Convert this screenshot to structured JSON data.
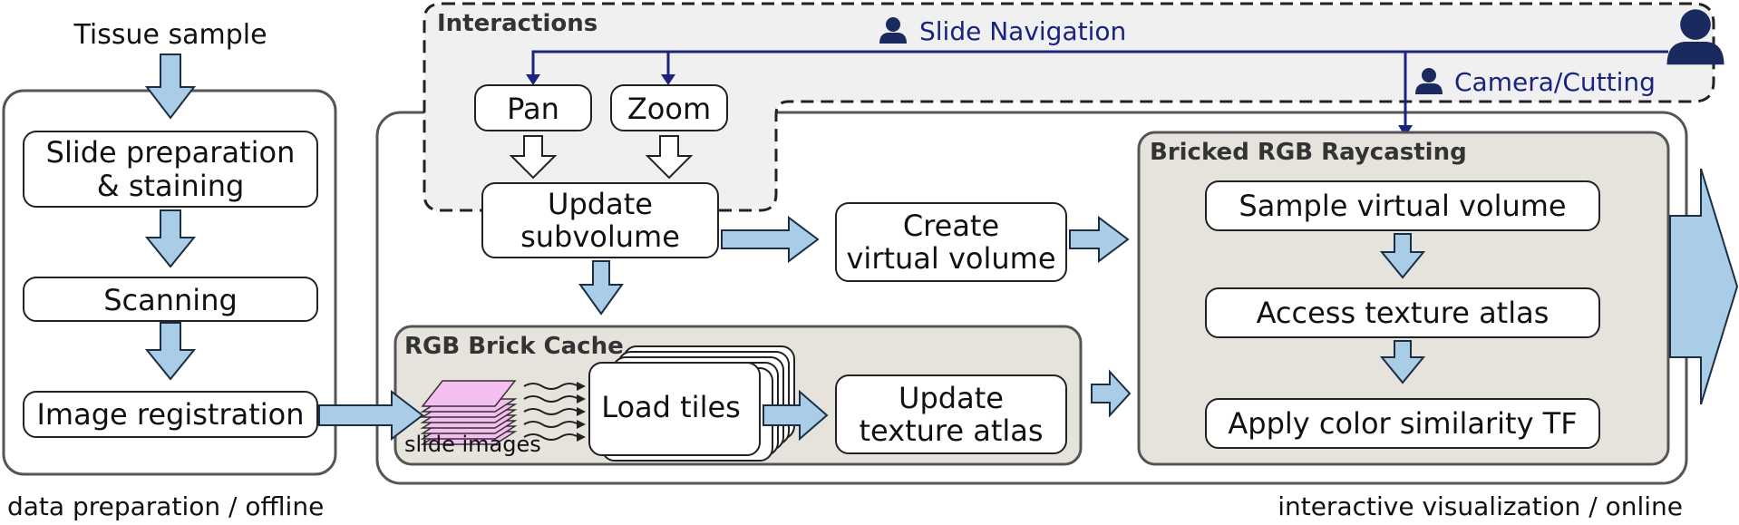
{
  "offline": {
    "input_label": "Tissue sample",
    "steps": [
      "Slide preparation",
      "& staining",
      "Scanning",
      "Image registration"
    ],
    "caption": "data preparation / offline"
  },
  "online": {
    "caption": "interactive visualization / online",
    "interactions": {
      "title": "Interactions",
      "pan": "Pan",
      "zoom": "Zoom",
      "slide_navigation": "Slide Navigation",
      "camera_cutting": "Camera/Cutting"
    },
    "update_subvolume": [
      "Update",
      "subvolume"
    ],
    "create_virtual_volume": [
      "Create",
      "virtual volume"
    ],
    "brick_cache": {
      "title": "RGB Brick Cache",
      "slide_images": "slide images",
      "load_tiles": "Load tiles",
      "update_texture_atlas": [
        "Update",
        "texture atlas"
      ]
    },
    "raycasting": {
      "title": "Bricked RGB Raycasting",
      "steps": [
        "Sample virtual volume",
        "Access texture atlas",
        "Apply color similarity TF"
      ]
    }
  },
  "colors": {
    "arrow_fill": "#a9cde6",
    "arrow_stroke": "#1c2e44",
    "nav_line": "#1a237e",
    "user_icon": "#1a2a5e",
    "panel_bg": "#e6e3dd",
    "interactions_bg": "#f0f0f0",
    "stack_fill": "#f4bff0"
  }
}
